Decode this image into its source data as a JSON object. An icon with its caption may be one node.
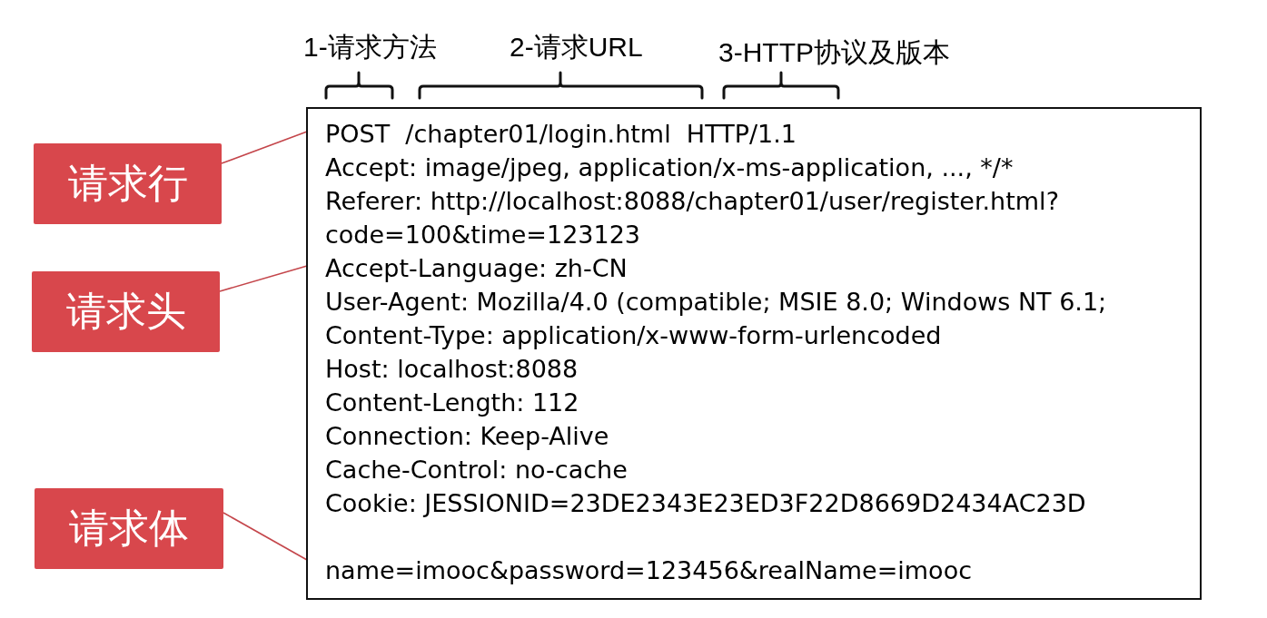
{
  "diagram": {
    "nodes": [
      {
        "text": [
          "请求行"
        ]
      },
      {
        "text": [
          "请求头"
        ]
      },
      {
        "text": [
          "请求体"
        ]
      },
      {
        "text": [],
        "shape": "box"
      },
      {
        "text": [
          "POST  /chapter01/login.html  HTTP/1.1"
        ],
        "in": 3
      },
      {
        "text": [
          "Accept: image/jpeg, application/x-ms-application, ..., */*",
          "Referer: http://localhost:8088/chapter01/user/register.html? code=100&time=123123",
          "Accept-Language: zh-CN",
          "User-Agent: Mozilla/4.0 (compatible; MSIE 8.0; Windows NT 6.1;",
          "Content-Type: application/x-www-form-urlencoded",
          "Host: localhost:8088",
          "Content-Length: 112",
          "Connection: Keep-Alive",
          "Cache-Control: no-cache",
          "Cookie: JESSIONID=23DE2343E23ED3F22D8669D2434AC23D"
        ],
        "in": 3
      },
      {
        "text": [
          "name=imooc&password=123456&realName=imooc"
        ],
        "in": 3
      }
    ],
    "edges": [
      {
        "from": 0,
        "to": 4,
        "arrow": "none"
      },
      {
        "from": 1,
        "to": 5,
        "arrow": "none"
      },
      {
        "from": 2,
        "to": 6,
        "arrow": "none"
      }
    ],
    "labels": [
      "1-请求方法",
      "2-请求URL",
      "3-HTTP协议及版本"
    ]
  }
}
